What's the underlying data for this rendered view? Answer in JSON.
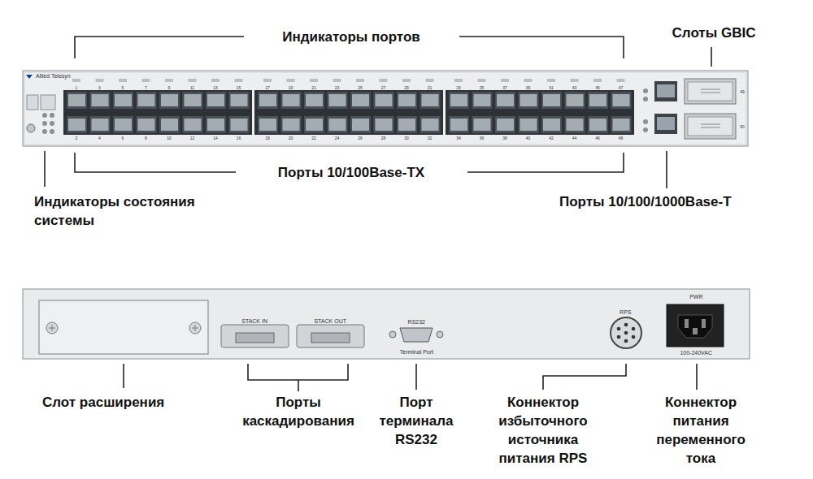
{
  "diagram": {
    "labels": [
      "Индикаторы портов",
      "Слоты GBIC",
      "Порты 10/100Base-TX",
      "Индикаторы состояния системы",
      "Порты 10/100/1000Base-T",
      "Слот расширения",
      "Порты каскадирования",
      "Порт терминала RS232",
      "Коннектор избыточного источника питания RPS",
      "Коннектор питания переменного тока",
      "Allied Telesyn",
      "STACK IN",
      "STACK OUT",
      "RS232",
      "Terminal Port",
      "RPS",
      "PWR",
      "100-240VAC",
      "49",
      "50",
      "1",
      "3",
      "5",
      "7",
      "9",
      "11",
      "13",
      "15",
      "17",
      "19",
      "21",
      "23",
      "25",
      "27",
      "29",
      "31",
      "33",
      "35",
      "37",
      "39",
      "41",
      "43",
      "45",
      "47",
      "2",
      "4",
      "6",
      "8",
      "10",
      "12",
      "14",
      "16",
      "18",
      "20",
      "22",
      "24",
      "26",
      "28",
      "30",
      "32",
      "34",
      "36",
      "38",
      "40",
      "42",
      "44",
      "46",
      "48"
    ]
  }
}
